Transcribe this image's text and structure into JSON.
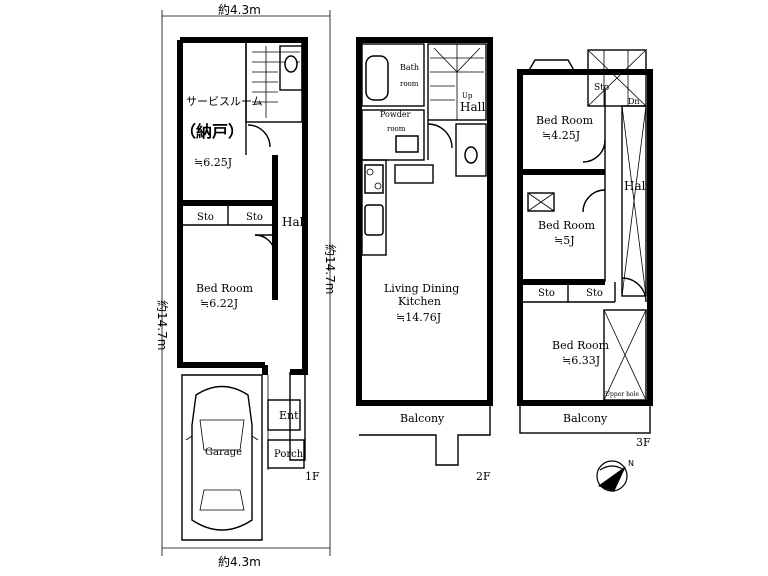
{
  "dimensions": {
    "width_top": "約4.3m",
    "width_bottom": "約4.3m",
    "depth_1f": "約14.7m",
    "depth_2f": "約14.7m"
  },
  "floor1": {
    "label": "1F",
    "service_room": "サービスルーム",
    "storage_jp": "（納戸）",
    "service_room_area": "≒6.25J",
    "sto_left": "Sto",
    "sto_right": "Sto",
    "hall": "Hall",
    "bedroom": "Bed Room",
    "bedroom_area": "≒6.22J",
    "entrance": "Ent",
    "garage": "Garage",
    "porch": "Porch"
  },
  "floor2": {
    "label": "2F",
    "bath": "Bath",
    "bath_sub": "room",
    "powder": "Powder",
    "powder_sub": "room",
    "up": "Up",
    "hall": "Hall",
    "ldk_line1": "Living Dining",
    "ldk_line2": "Kitchen",
    "ldk_area": "≒14.76J",
    "balcony": "Balcony"
  },
  "floor3": {
    "label": "3F",
    "sto": "Sto",
    "down": "Dn",
    "bedroom_a": "Bed Room",
    "bedroom_a_area": "≒4.25J",
    "hall": "Hall",
    "bedroom_b": "Bed Room",
    "bedroom_b_area": "≒5J",
    "sto_b": "Sto",
    "sto_c": "Sto",
    "bedroom_c": "Bed Room",
    "bedroom_c_area": "≒6.33J",
    "upper_note": "Upper hole",
    "balcony": "Balcony"
  },
  "compass": {
    "north_label": "N",
    "icon": "compass-icon"
  }
}
